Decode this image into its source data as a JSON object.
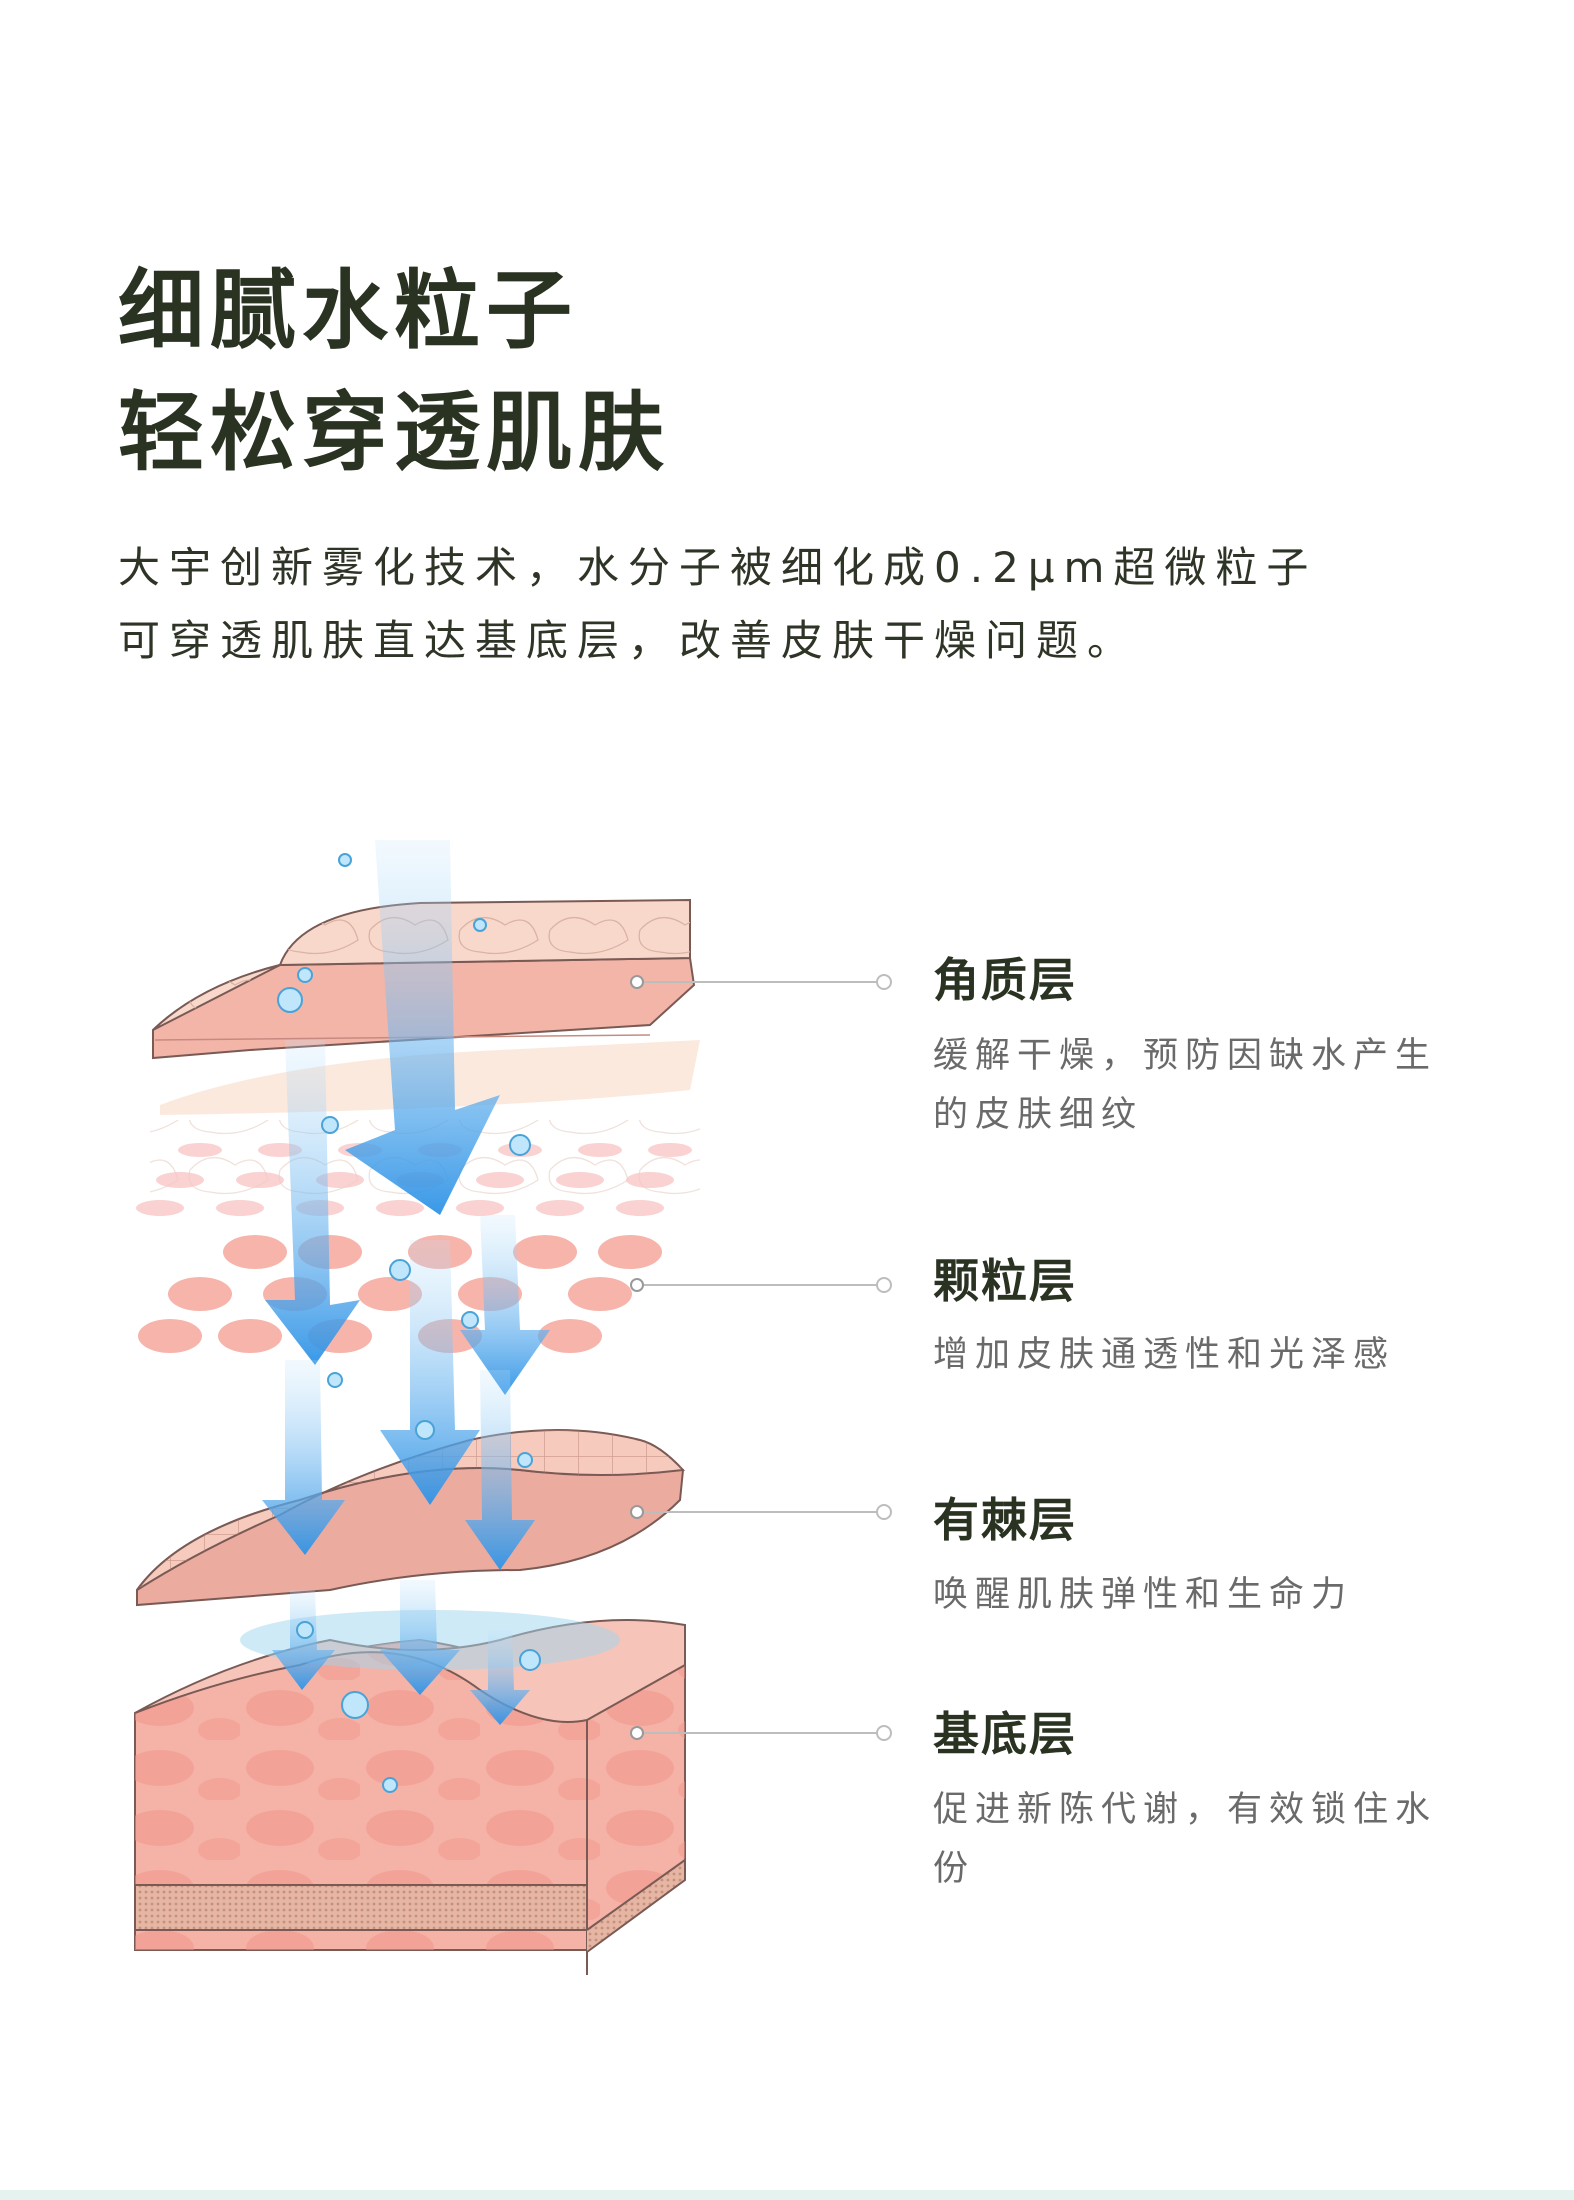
{
  "header": {
    "title_line1": "细腻水粒子",
    "title_line2": "轻松穿透肌肤",
    "subtitle_line1": "大宇创新雾化技术，水分子被细化成0.2μm超微粒子",
    "subtitle_line2": "可穿透肌肤直达基底层，改善皮肤干燥问题。"
  },
  "layers": [
    {
      "name": "角质层",
      "desc": "缓解干燥，预防因缺水产生的皮肤细纹"
    },
    {
      "name": "颗粒层",
      "desc": "增加皮肤通透性和光泽感"
    },
    {
      "name": "有棘层",
      "desc": "唤醒肌肤弹性和生命力"
    },
    {
      "name": "基底层",
      "desc": "促进新陈代谢，有效锁住水份"
    }
  ],
  "colors": {
    "title": "#2a3322",
    "arrow": "#3a9be8",
    "skin": "#f4b3a6"
  }
}
